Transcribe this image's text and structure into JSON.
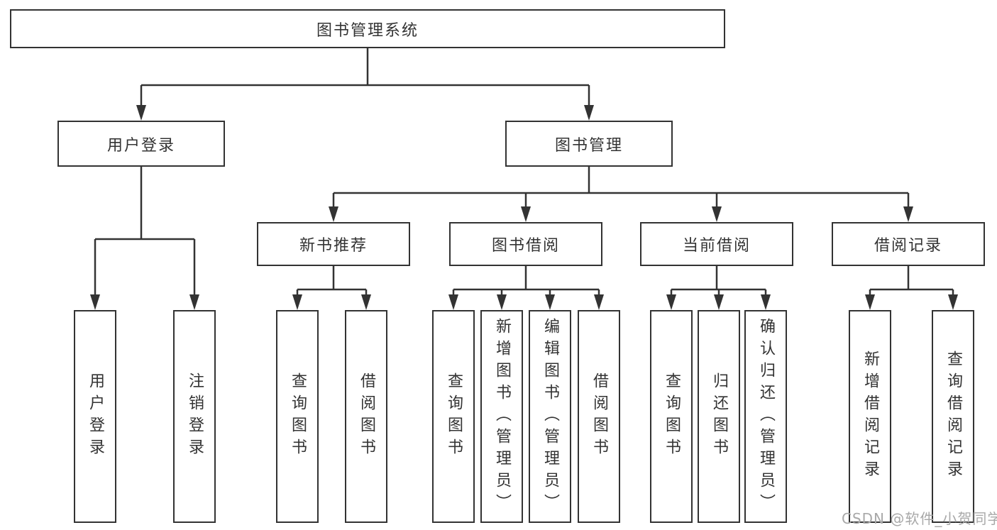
{
  "diagram": {
    "title": "图书管理系统",
    "branches": [
      {
        "label": "用户登录",
        "children": [
          "用户登录",
          "注销登录"
        ]
      },
      {
        "label": "图书管理",
        "sections": [
          {
            "label": "新书推荐",
            "children": [
              "查询图书",
              "借阅图书"
            ]
          },
          {
            "label": "图书借阅",
            "children": [
              "查询图书",
              "新增图书（管理员）",
              "编辑图书（管理员）",
              "借阅图书"
            ]
          },
          {
            "label": "当前借阅",
            "children": [
              "查询图书",
              "归还图书",
              "确认归还（管理员）"
            ]
          },
          {
            "label": "借阅记录",
            "children": [
              "新增借阅记录",
              "查询借阅记录"
            ]
          }
        ]
      }
    ]
  },
  "watermark": {
    "text": "CSDN @软件_小贺同学"
  },
  "colors": {
    "line": "#333333",
    "box_border": "#333333",
    "text": "#333333",
    "background": "#ffffff",
    "watermark": "#a8a8a8"
  }
}
